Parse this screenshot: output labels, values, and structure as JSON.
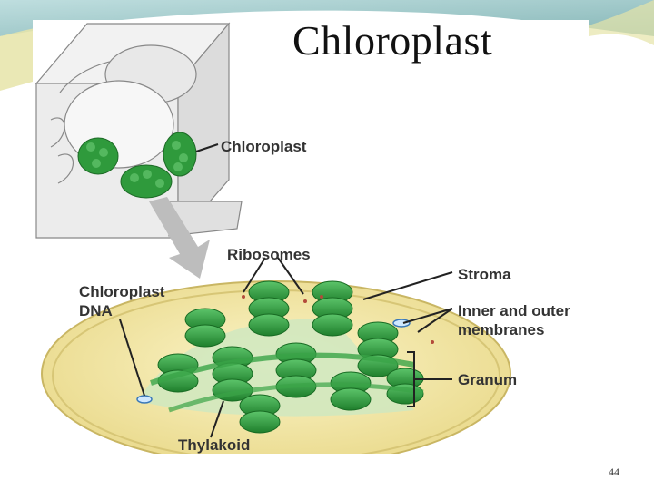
{
  "slide": {
    "title": "Chloroplast",
    "page_number": "44"
  },
  "labels": {
    "chloroplast": "Chloroplast",
    "ribosomes": "Ribosomes",
    "stroma": "Stroma",
    "chloroplast_dna_line1": "Chloroplast",
    "chloroplast_dna_line2": "DNA",
    "membranes_line1": "Inner and outer",
    "membranes_line2": "membranes",
    "granum": "Granum",
    "thylakoid": "Thylakoid"
  },
  "colors": {
    "deco_teal": "#7fb9b8",
    "deco_yellow": "#e6e4a8",
    "thylakoid_green": "#2f9a3c",
    "envelope_yellow": "#f2e9a6"
  }
}
